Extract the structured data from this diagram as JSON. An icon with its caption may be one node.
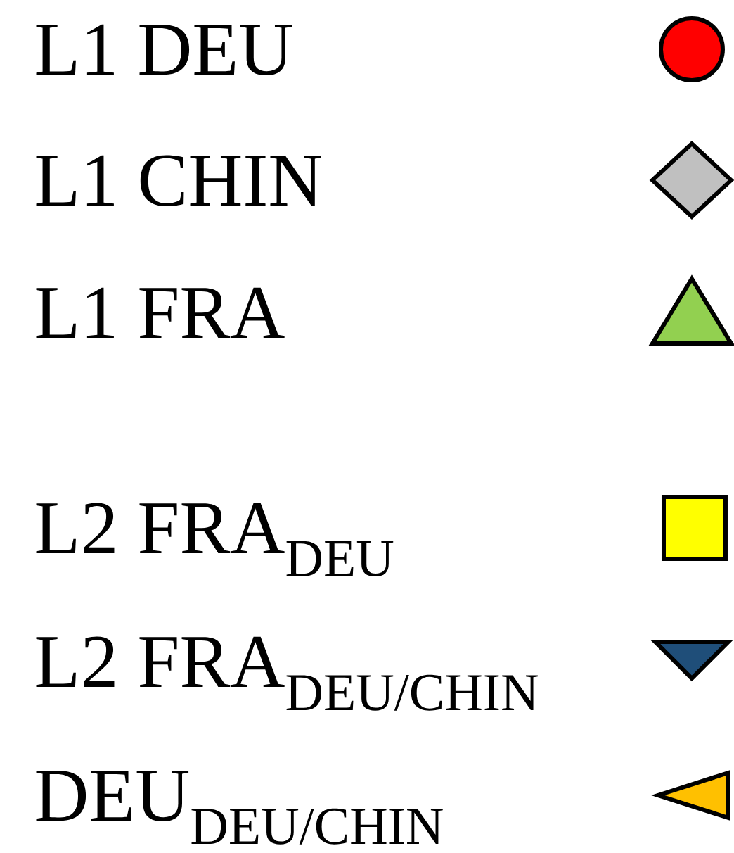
{
  "diagram": {
    "legend": [
      {
        "text": "L1 DEU",
        "color": "#ff0000"
      },
      {
        "text": "L1 CHIN",
        "color": "#c0c0c0"
      },
      {
        "text": "L1 FRA",
        "color": "#92d050"
      },
      {
        "text": "L2 FRA$_{DEU}$",
        "color": "#ffff00"
      },
      {
        "text": "L2 FRA$_{DEU/CHIN}$",
        "color": "#1f4e79"
      },
      {
        "text": "DEU$_{DEU/CHIN}$",
        "color": "#ffc000"
      }
    ]
  }
}
